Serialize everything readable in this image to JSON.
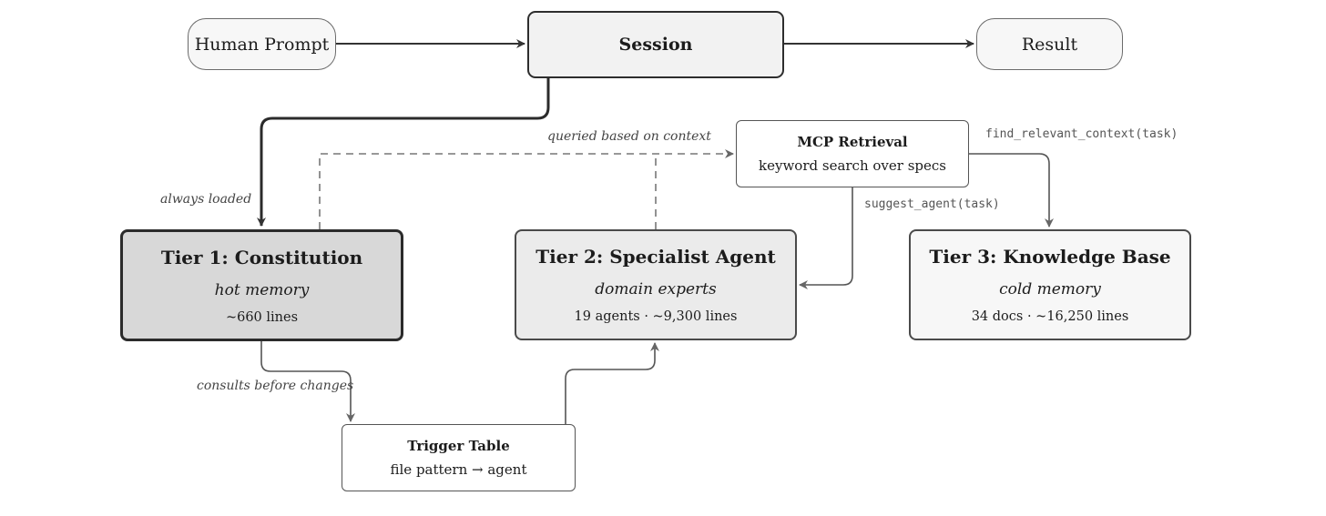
{
  "nodes": {
    "human_prompt": "Human Prompt",
    "session": "Session",
    "result": "Result",
    "mcp": {
      "title": "MCP Retrieval",
      "subtitle": "keyword search over specs"
    },
    "tier1": {
      "title": "Tier 1: Constitution",
      "subtitle": "hot memory",
      "detail": "~660 lines"
    },
    "tier2": {
      "title": "Tier 2: Specialist Agent",
      "subtitle": "domain experts",
      "detail": "19 agents · ~9,300 lines"
    },
    "tier3": {
      "title": "Tier 3: Knowledge Base",
      "subtitle": "cold memory",
      "detail": "34 docs · ~16,250 lines"
    },
    "trigger": {
      "title": "Trigger Table",
      "subtitle": "file pattern → agent"
    }
  },
  "edge_labels": {
    "always_loaded": "always loaded",
    "queried": "queried based on context",
    "consults": "consults before changes",
    "find_context": "find_relevant_context(task)",
    "suggest_agent": "suggest_agent(task)"
  }
}
